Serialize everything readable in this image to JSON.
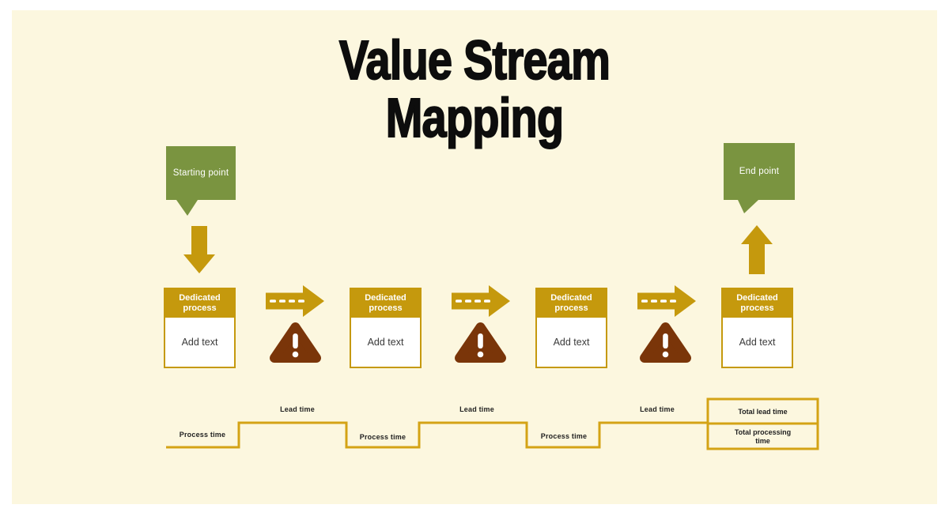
{
  "title": {
    "line1": "Value Stream",
    "line2": "Mapping"
  },
  "bubbles": {
    "start": "Starting point",
    "end": "End point"
  },
  "process_boxes": [
    {
      "header": "Dedicated process",
      "body": "Add text"
    },
    {
      "header": "Dedicated process",
      "body": "Add text"
    },
    {
      "header": "Dedicated process",
      "body": "Add text"
    },
    {
      "header": "Dedicated process",
      "body": "Add text"
    }
  ],
  "icons": {
    "down_arrow": "down-arrow",
    "up_arrow": "up-arrow",
    "flow_arrow": "dashed-right-arrow",
    "warning": "warning-triangle-exclamation"
  },
  "timeline": {
    "lead_labels": [
      "Lead time",
      "Lead time",
      "Lead time"
    ],
    "process_labels": [
      "Process time",
      "Process time",
      "Process time"
    ],
    "totals": {
      "lead": "Total lead time",
      "processing": "Total processing time"
    }
  },
  "colors": {
    "background": "#FCF7DF",
    "gold": "#C5990D",
    "gold_line": "#D4A315",
    "green": "#7A9440",
    "brown": "#7A3509",
    "title_ink": "#0D0D0D",
    "body_ink": "#3A3A3A",
    "label_ink": "#222222"
  }
}
